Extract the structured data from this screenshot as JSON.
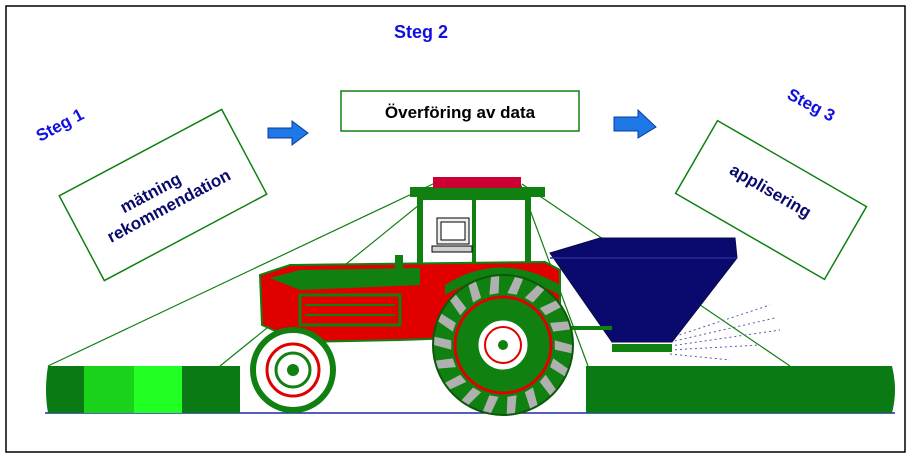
{
  "steps": {
    "step1": "Steg 1",
    "step2": "Steg 2",
    "step3": "Steg 3"
  },
  "boxes": {
    "measure_line1": "mätning",
    "measure_line2": "rekommendation",
    "transfer": "Överföring av data",
    "apply": "applisering"
  },
  "colors": {
    "step_text": "#1010e0",
    "tractor_body": "#e00000",
    "tractor_green": "#108010",
    "field_dark": "#0a7a14",
    "field_mid": "#1bd21b",
    "field_light": "#22ff22",
    "spreader": "#0a0a6e",
    "arrow": "#1e78e6",
    "cab_light": "#cc0033"
  }
}
